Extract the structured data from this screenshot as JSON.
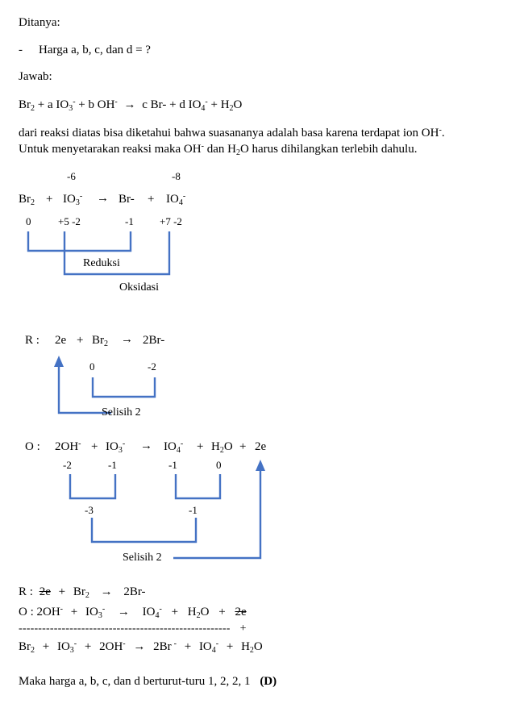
{
  "ditanya": "Ditanya:",
  "dash": "-",
  "question": "Harga a, b, c, dan d  =  ?",
  "jawab": "Jawab:",
  "eq_main": {
    "br": "Br",
    "br_sub": "2",
    "p1": " + a IO",
    "io3_sub": "3",
    "io3_sup": "-",
    "p2": " + b OH",
    "oh_sup": "-",
    "arrow": "→",
    "p3": " c Br- + d IO",
    "io4_sub": "4",
    "io4_sup": "-",
    "p4": " + H",
    "h2o_sub": "2",
    "p5": "O"
  },
  "para1": {
    "a": "dari reaksi diatas bisa diketahui bahwa suasananya adalah basa karena terdapat ion OH",
    "a_sup": "-",
    "a_end": ".",
    "b": "Untuk menyetarakan reaksi maka OH",
    "b_sup": "-",
    "b_mid": " dan H",
    "b_sub": "2",
    "b_end": "O harus dihilangkan terlebih dahulu."
  },
  "diagram1": {
    "total_left": "-6",
    "total_right": "-8",
    "br": "Br",
    "br_sub": "2",
    "plus": "+",
    "io": "IO",
    "io3_sub": "3",
    "sup_minus": "-",
    "arrow": "→",
    "brm": "Br-",
    "io4_sub": "4",
    "ox_br": "0",
    "ox_io3": "+5 -2",
    "ox_brm": "-1",
    "ox_io4": "+7 -2",
    "reduksi": "Reduksi",
    "oksidasi": "Oksidasi"
  },
  "half_r": {
    "label": "R  :",
    "e": "2e",
    "plus": "+",
    "br": "Br",
    "br_sub": "2",
    "arrow": "→",
    "product": "2Br-",
    "ox_left": "0",
    "ox_right": "-2",
    "selisih": "Selisih 2"
  },
  "half_o": {
    "label": "O  :",
    "oh": "2OH",
    "sup_minus": "-",
    "plus": "+",
    "io": "IO",
    "io3_sub": "3",
    "arrow": "→",
    "io4_sub": "4",
    "h": "H",
    "h2o_sub": "2",
    "o": "O",
    "e": "2e",
    "ox_oh": "-2",
    "ox_io3": "-1",
    "ox_io4": "-1",
    "ox_h2o": "0",
    "sum_left": "-3",
    "sum_right": "-1",
    "selisih": "Selisih 2"
  },
  "sum": {
    "r_label": "R  :",
    "r_e": "2e",
    "plus": "+",
    "br": "Br",
    "br_sub": "2",
    "arrow": "→",
    "r_product": "2Br-",
    "o_label": "O  : 2OH",
    "sup_minus": "-",
    "io": "IO",
    "io3_sub": "3",
    "io4_sub": "4",
    "h": "H",
    "h2o_sub": "2",
    "o": "O",
    "o_e": "2e",
    "divider": "------------------------------------------------------",
    "divider_plus": "+",
    "final_oh": "2OH",
    "final_br": "2Br",
    "final_br_sup": "-"
  },
  "conclusion": {
    "text": "Maka harga a, b, c, dan d berturut-turu 1, 2, 2, 1",
    "answer": "(D)"
  },
  "line_color": "#4472C4"
}
